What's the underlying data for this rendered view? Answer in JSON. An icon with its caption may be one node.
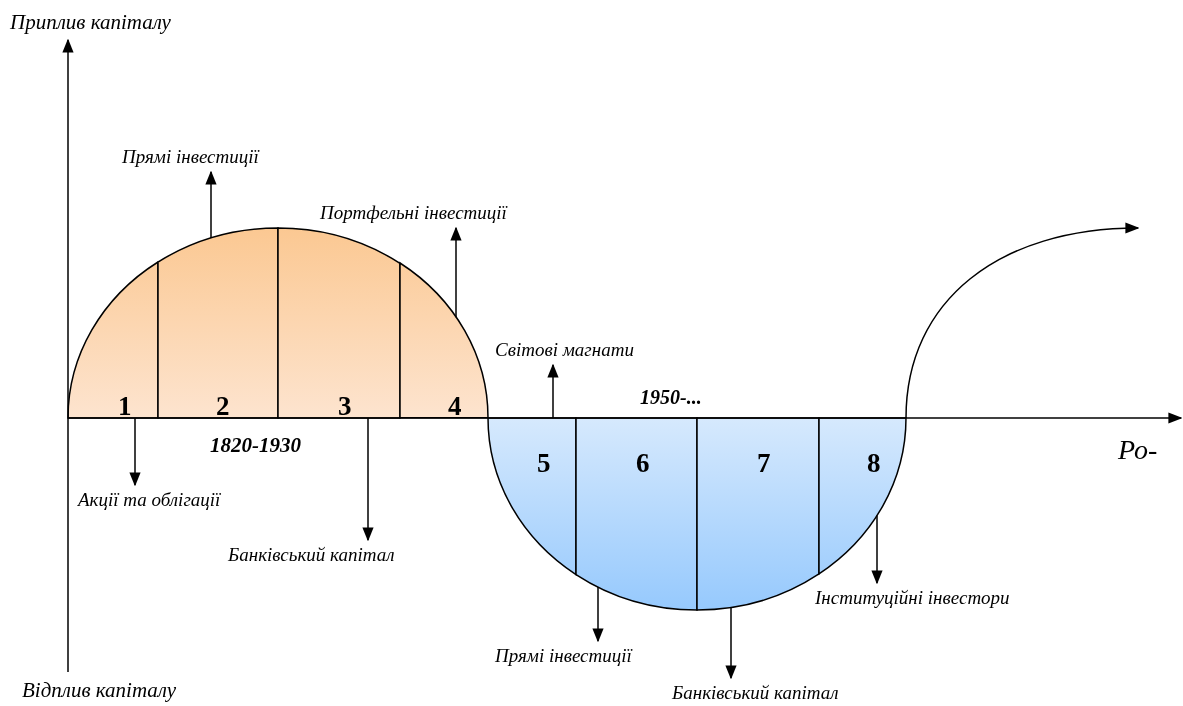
{
  "diagram": {
    "nodes": [
      {
        "text": [
          "1"
        ]
      },
      {
        "text": [
          "2"
        ]
      },
      {
        "text": [
          "3"
        ]
      },
      {
        "text": [
          "4"
        ]
      },
      {
        "text": [
          "5"
        ]
      },
      {
        "text": [
          "6"
        ]
      },
      {
        "text": [
          "7"
        ]
      },
      {
        "text": [
          "8"
        ]
      },
      {
        "text": [
          "Прямі інвестиції"
        ]
      },
      {
        "text": [
          "Портфельні інвестиції"
        ]
      },
      {
        "text": [
          "Світові магнати"
        ]
      },
      {
        "text": [
          "Акції та облігації"
        ]
      },
      {
        "text": [
          "Банківський капітал"
        ]
      },
      {
        "text": [
          "Прямі інвестиції"
        ]
      },
      {
        "text": [
          "Банківський капітал"
        ]
      },
      {
        "text": [
          "Інституційні інвестори"
        ]
      }
    ],
    "edges": [
      {
        "from": 1,
        "to": 8,
        "arrow": "to"
      },
      {
        "from": 3,
        "to": 9,
        "arrow": "to"
      },
      {
        "from": 4,
        "to": 10,
        "arrow": "to"
      },
      {
        "from": 0,
        "to": 11,
        "arrow": "to"
      },
      {
        "from": 2,
        "to": 12,
        "arrow": "to"
      },
      {
        "from": 5,
        "to": 13,
        "arrow": "to"
      },
      {
        "from": 6,
        "to": 14,
        "arrow": "to"
      },
      {
        "from": 7,
        "to": 15,
        "arrow": "to"
      },
      {
        "from": 7,
        "to": null,
        "arrow": "to"
      }
    ],
    "labels": [
      "Приплив капіталу",
      "1820-1930",
      "1950-...",
      "Ро-",
      "Відплив капіталу"
    ]
  }
}
